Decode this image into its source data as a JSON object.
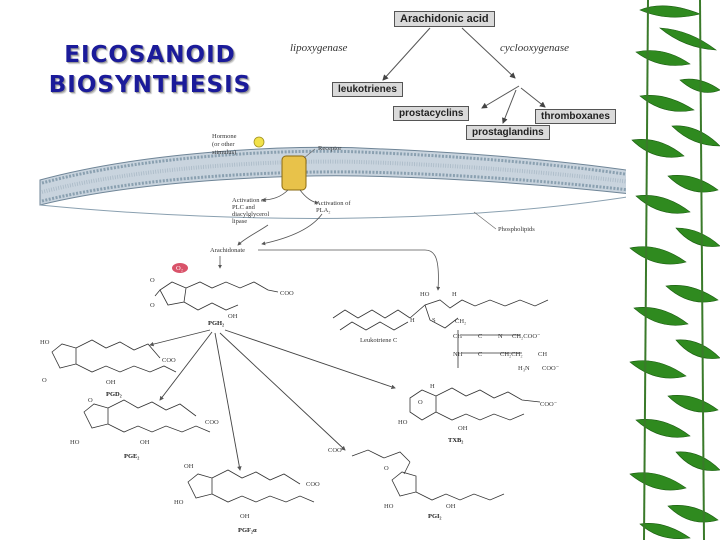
{
  "slide": {
    "title_line1": "EICOSANOID",
    "title_line2": "BIOSYNTHESIS"
  },
  "pathway": {
    "root": "Arachidonic acid",
    "enzyme_left": "lipoxygenase",
    "enzyme_right": "cyclooxygenase",
    "leukotrienes": "leukotrienes",
    "prostacyclins": "prostacyclins",
    "thromboxanes": "thromboxanes",
    "prostaglandins": "prostaglandins"
  },
  "membrane": {
    "hormone_line1": "Hormone",
    "hormone_line2": "(or other",
    "hormone_line3": "stimulus)",
    "receptor": "Receptor",
    "plc_line1": "Activation of",
    "plc_line2": "PLC and",
    "plc_line3": "diacylglycerol",
    "plc_line4": "lipase",
    "pla2_line1": "Activation of",
    "pla2_line2": "PLA₂",
    "phospholipids": "Phospholipids",
    "arachidonate": "Arachidonate"
  },
  "molecules": {
    "o2": "O₂",
    "pgh2": "PGH₂",
    "leukotriene_c": "Leukotriene C",
    "pgd2": "PGD₂",
    "txb2": "TXB₂",
    "pge2": "PGE₂",
    "pgf2a": "PGF₂α",
    "pgi2": "PGI₂"
  },
  "colors": {
    "title": "#1b1b9a",
    "membrane": "#8aa0b0",
    "receptor": "#e8c24a",
    "hormone": "#f2e24a",
    "o2_marker": "#d9536a",
    "leaf": "#2f8a1f"
  }
}
